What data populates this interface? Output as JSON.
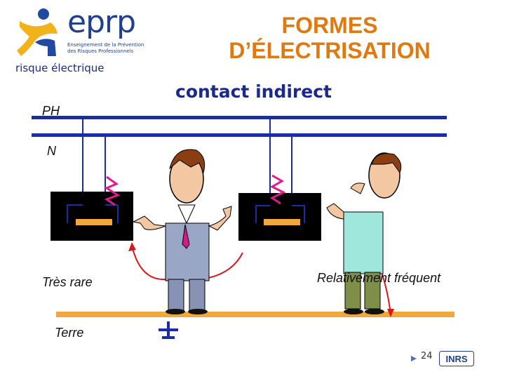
{
  "header": {
    "logo_word": "eprp",
    "logo_tagline_1": "Enseignement de la Prévention",
    "logo_tagline_2": "des Risques Professionnels",
    "subject": "risque électrique",
    "title_line1": "FORMES",
    "title_line2": "D’ÉLECTRISATION",
    "subtitle": "contact indirect"
  },
  "diagram": {
    "label_phase": "PH",
    "label_neutral": "N",
    "label_left_case": "Très rare",
    "label_right_case": "Relativement fréquent",
    "label_earth": "Terre"
  },
  "footer": {
    "page_number": "24",
    "org_logo": "INRS"
  },
  "colors": {
    "line_blue": "#1a2ca8",
    "earth_bar": "#f0a83a",
    "title_orange": "#e07a10",
    "text_navy": "#1b2a8a",
    "arc_red": "#d61a1a"
  }
}
